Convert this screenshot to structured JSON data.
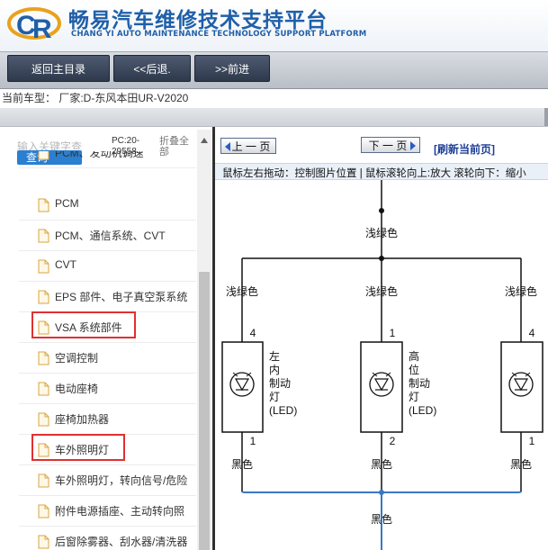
{
  "header": {
    "title": "畅易汽车维修技术支持平台",
    "subtitle": "CHANG YI AUTO MAINTENANCE TECHNOLOGY SUPPORT PLATFORM",
    "brand_color": "#1f5fa8",
    "accent_color": "#e8a21c"
  },
  "nav": {
    "home_label": "返回主目录",
    "back_label": "<<后退.",
    "forward_label": ">>前进"
  },
  "vehicle": {
    "label": "当前车型：  厂家:D-东风本田UR-V2020"
  },
  "sidebar": {
    "search_placeholder": "输入关键字查",
    "search_button": "查询",
    "pc_code": "PC:20-\n29558",
    "collapse_label": "折叠全部",
    "items": [
      {
        "label": "PCM、发动机调速"
      },
      {
        "label": "PCM"
      },
      {
        "label": "PCM、通信系统、CVT"
      },
      {
        "label": "CVT"
      },
      {
        "label": "EPS 部件、电子真空泵系统"
      },
      {
        "label": "VSA 系统部件",
        "highlighted": true
      },
      {
        "label": "空调控制"
      },
      {
        "label": "电动座椅"
      },
      {
        "label": "座椅加热器"
      },
      {
        "label": "车外照明灯",
        "highlighted": true
      },
      {
        "label": "车外照明灯，转向信号/危险"
      },
      {
        "label": "附件电源插座、主动转向照"
      },
      {
        "label": "后窗除雾器、刮水器/清洗器"
      }
    ]
  },
  "viewer": {
    "prev_label": "上 一 页",
    "next_label": "下 一 页",
    "refresh_label": "[刷新当前页]",
    "hint": "鼠标左右拖动：控制图片位置 | 鼠标滚轮向上:放大  滚轮向下：缩小"
  },
  "diagram": {
    "top_wire": "浅绿色",
    "branch_left_wire": "浅绿色",
    "branch_mid_wire": "浅绿色",
    "branch_right_wire": "浅绿色",
    "left_pin_top": "4",
    "mid_pin_top": "1",
    "right_pin_top": "4",
    "left_lamp": [
      "左",
      "内",
      "制动",
      "灯",
      "(LED)"
    ],
    "mid_lamp": [
      "高",
      "位",
      "制动",
      "灯",
      "(LED)"
    ],
    "left_pin_bottom": "1",
    "mid_pin_bottom": "2",
    "right_pin_bottom": "1",
    "left_ground_wire": "黑色",
    "mid_ground_wire": "黑色",
    "right_ground_wire": "黑色",
    "bottom_wire": "黑色",
    "highlight_color": "#e03030",
    "wire_blue": "#3a78c2"
  }
}
